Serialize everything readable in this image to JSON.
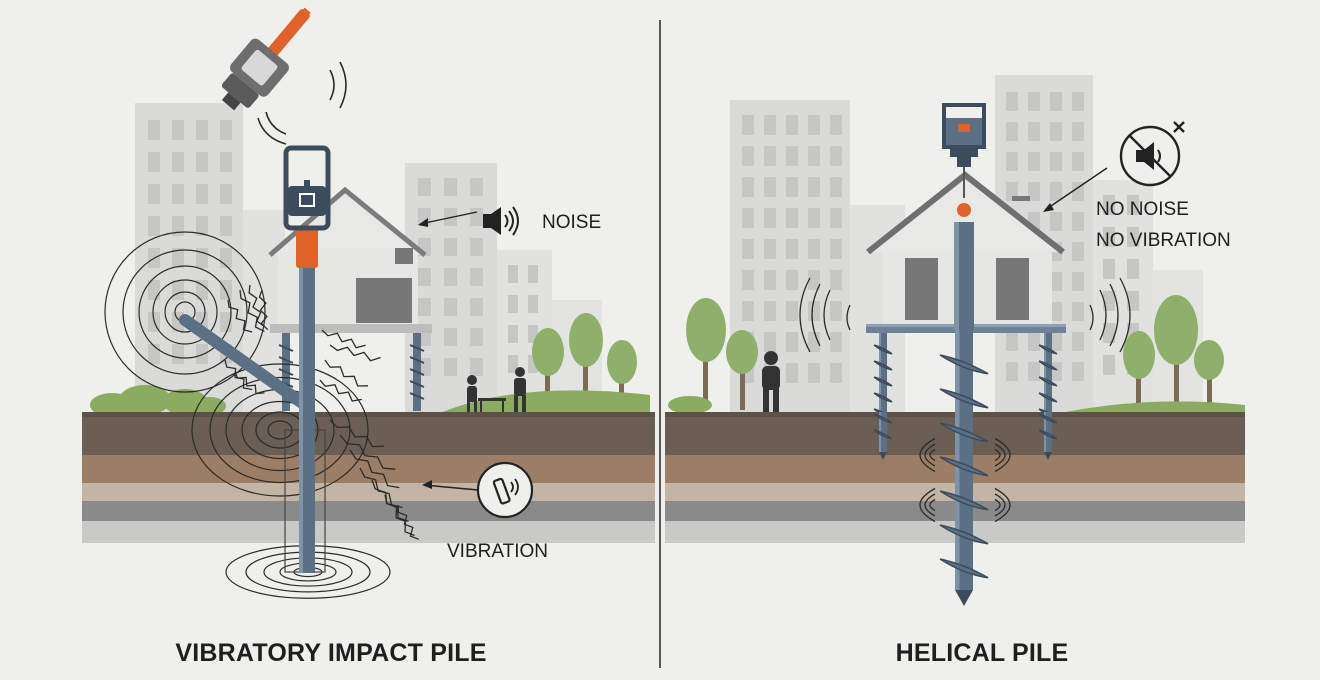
{
  "left_panel": {
    "caption": "VIBRATORY IMPACT PILE",
    "noise_label": "NOISE",
    "vibration_label": "VIBRATION"
  },
  "right_panel": {
    "caption": "HELICAL PILE",
    "no_noise_label": "NO NOISE",
    "no_vibration_label": "NO VIBRATION"
  },
  "colors": {
    "background": "#efefec",
    "building": "#d9d9d7",
    "building_window": "#c5c5c3",
    "house_wall": "#e6e6e4",
    "house_roof": "#7b7b7b",
    "pile": "#5b6f85",
    "pile_dark": "#3d4c5c",
    "accent_orange": "#e0622b",
    "tree": "#8fb06a",
    "grass": "#8aab60",
    "soil_top": "#6b5f55",
    "soil_brown": "#9c7e66",
    "soil_tan": "#c3b4a6",
    "soil_gray": "#8a8a8a",
    "soil_light": "#c9c9c6"
  },
  "icons": [
    "sound-icon",
    "muted-sound-icon",
    "phone-vibration-icon",
    "hammer-icon",
    "person-icon",
    "bench-icon",
    "tree-icon"
  ]
}
